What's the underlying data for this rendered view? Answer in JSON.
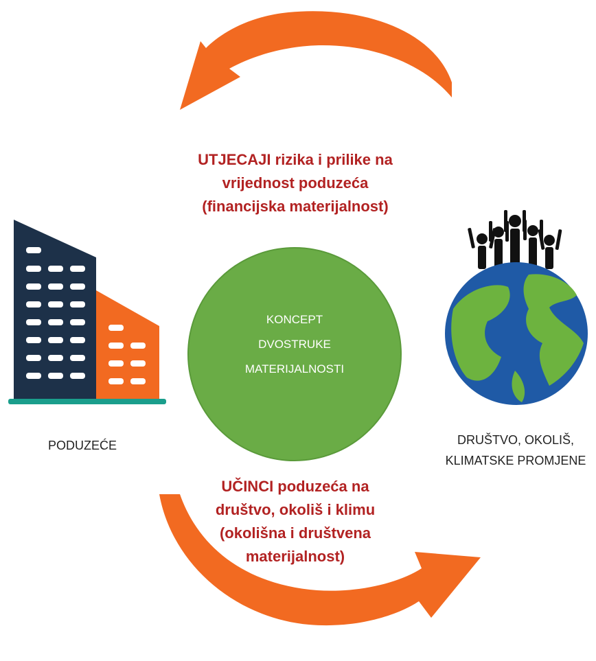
{
  "top_effect": {
    "line1": "UTJECAJI rizika i prilike na",
    "line2": "vrijednost poduzeća",
    "line3": "(financijska materijalnost)"
  },
  "center": {
    "line1": "KONCEPT",
    "line2": "DVOSTRUKE",
    "line3": "MATERIJALNOSTI"
  },
  "left_label": "PODUZEĆE",
  "right_label": {
    "line1": "DRUŠTVO, OKOLIŠ,",
    "line2": "KLIMATSKE PROMJENE"
  },
  "bottom_effect": {
    "line1": "UČINCI poduzeća na",
    "line2": "društvo, okoliš i klimu",
    "line3": "(okolišna i društvena",
    "line4": "materijalnost)"
  },
  "colors": {
    "arrow": "#f26a21",
    "circle": "#6aac46",
    "effect_text": "#b22222",
    "building_dark": "#1d3149",
    "building_orange": "#f26a21",
    "ground": "#1a9e8c",
    "ocean": "#1f5aa6",
    "land": "#6db33f"
  },
  "icons": [
    "top-curved-arrow-icon",
    "bottom-curved-arrow-icon",
    "building-icon",
    "earth-with-people-icon"
  ]
}
